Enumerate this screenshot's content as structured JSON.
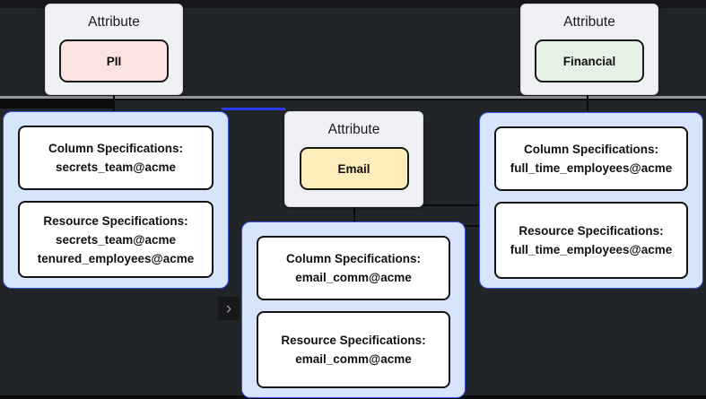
{
  "canvas": {
    "background": "#212428",
    "accent_edge_color": "#2b3cf0",
    "group_fill": "#d6e4fc",
    "group_border": "#3a4fd8"
  },
  "attribute_nodes": [
    {
      "id": "pii",
      "title": "Attribute",
      "label": "PII",
      "fill": "#fbe3e0"
    },
    {
      "id": "financial",
      "title": "Attribute",
      "label": "Financial",
      "fill": "#e4f1e5"
    },
    {
      "id": "email",
      "title": "Attribute",
      "label": "Email",
      "fill": "#fcedbb"
    }
  ],
  "spec_groups": [
    {
      "id": "left",
      "column": {
        "heading": "Column Specifications:",
        "values": [
          "secrets_team@acme"
        ]
      },
      "resource": {
        "heading": "Resource Specifications:",
        "values": [
          "secrets_team@acme",
          "tenured_employees@acme"
        ]
      }
    },
    {
      "id": "middle",
      "column": {
        "heading": "Column Specifications:",
        "values": [
          "email_comm@acme"
        ]
      },
      "resource": {
        "heading": "Resource Specifications:",
        "values": [
          "email_comm@acme"
        ]
      }
    },
    {
      "id": "right",
      "column": {
        "heading": "Column Specifications:",
        "values": [
          "full_time_employees@acme"
        ]
      },
      "resource": {
        "heading": "Resource Specifications:",
        "values": [
          "full_time_employees@acme"
        ]
      }
    }
  ],
  "icons": {
    "edge_arrowhead": "›"
  }
}
